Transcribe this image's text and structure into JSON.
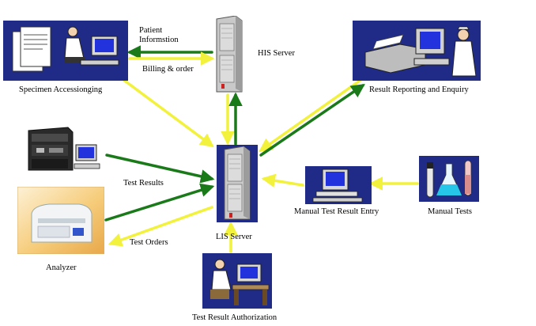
{
  "diagram": {
    "nodes": {
      "specimen": {
        "label": "Specimen Accessionging",
        "icon": "clerk-at-computer-icon"
      },
      "his": {
        "label": "HIS Server",
        "icon": "server-tower-icon"
      },
      "reporting": {
        "label": "Result Reporting and Enquiry",
        "icon": "nurse-with-printer-icon"
      },
      "lis": {
        "label": "LIS Server",
        "icon": "server-tower-icon"
      },
      "instrument": {
        "label": "",
        "icon": "lab-instrument-icon"
      },
      "analyzer": {
        "label": "Analyzer",
        "icon": "analyzer-machine-icon"
      },
      "manual_entry": {
        "label": "Manual Test Result Entry",
        "icon": "computer-workstation-icon"
      },
      "manual_tests": {
        "label": "Manual Tests",
        "icon": "test-tubes-flask-icon"
      },
      "authorization": {
        "label": "Test Result Authorization",
        "icon": "person-at-desk-icon"
      }
    },
    "edges": {
      "patient_info": "Patient\nInformstion",
      "billing": "Billing & order",
      "test_results": "Test Results",
      "test_orders": "Test Orders"
    },
    "colors": {
      "yellow_arrow": "#f2f23c",
      "green_arrow": "#1a7a1a",
      "panel_navy": "#1f2b86",
      "server_gray": "#c9c9c9"
    }
  }
}
